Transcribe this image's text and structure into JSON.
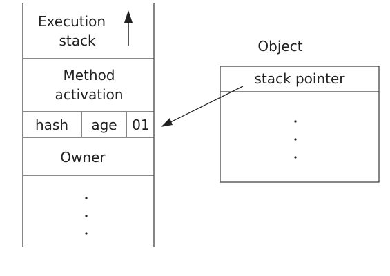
{
  "stack": {
    "execution_line1": "Execution",
    "execution_line2": "stack",
    "method_line1": "Method",
    "method_line2": "activation",
    "mark_word": {
      "hash": "hash",
      "age": "age",
      "lock_bits": "01"
    },
    "owner": "Owner",
    "owner_color": "#e8322b",
    "ellipsis": "• • •"
  },
  "object": {
    "title": "Object",
    "stack_pointer": "stack pointer",
    "ellipsis": "• • •"
  },
  "icons": {
    "stack_direction": "up-arrow-icon",
    "pointer": "pointer-arrow-icon"
  }
}
